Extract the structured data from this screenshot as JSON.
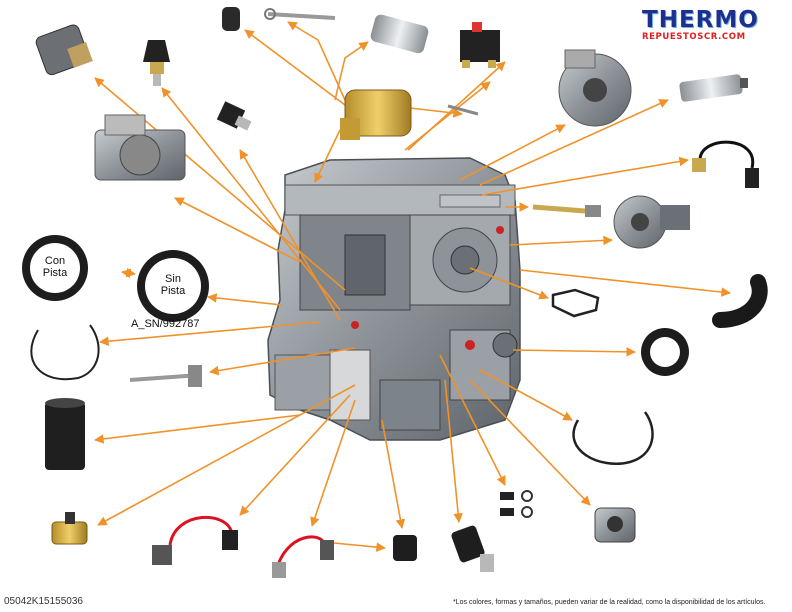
{
  "brand": {
    "name": "THERMO",
    "subtitle": "REPUESTOSCR.COM",
    "primary_color": "#1e2f8f",
    "accent_color": "#e01e1e"
  },
  "labels": {
    "con_pista": "Con Pista",
    "sin_pista": "Sin Pista",
    "part_code": "A_SN/992787"
  },
  "footer": {
    "image_code": "05042K15155036",
    "disclaimer": "*Los colores, formas y tamaños, pueden variar de la realidad, como la disponibilidad de los artículos."
  },
  "colors": {
    "arrow": "#f0922a",
    "engine_body": "#9aa0a6",
    "engine_dark": "#5b6168"
  },
  "parts": [
    {
      "icon": "starter-solenoid-icon"
    },
    {
      "icon": "oil-pressure-switch-icon"
    },
    {
      "icon": "rubber-cap-icon"
    },
    {
      "icon": "terminal-link-icon"
    },
    {
      "icon": "pin-cylinder-icon"
    },
    {
      "icon": "relay-switch-icon"
    },
    {
      "icon": "alternator-icon"
    },
    {
      "icon": "temperature-sensor-icon"
    },
    {
      "icon": "starter-motor-icon"
    },
    {
      "icon": "pressure-sender-icon"
    },
    {
      "icon": "stop-solenoid-icon"
    },
    {
      "icon": "wire-harness-sensor-icon"
    },
    {
      "icon": "glow-plug-icon"
    },
    {
      "icon": "water-pump-icon"
    },
    {
      "icon": "radiator-hose-icon"
    },
    {
      "icon": "seal-ring-con-pista-icon"
    },
    {
      "icon": "seal-ring-sin-pista-icon"
    },
    {
      "icon": "gasket-icon"
    },
    {
      "icon": "circlip-icon"
    },
    {
      "icon": "valve-icon"
    },
    {
      "icon": "oil-seal-icon"
    },
    {
      "icon": "oil-filter-icon"
    },
    {
      "icon": "snap-ring-icon"
    },
    {
      "icon": "drain-valve-icon"
    },
    {
      "icon": "fuel-cut-solenoid-icon"
    },
    {
      "icon": "water-temp-switch-icon"
    },
    {
      "icon": "rubber-sleeve-icon"
    },
    {
      "icon": "fuel-pump-icon"
    },
    {
      "icon": "injector-parts-icon"
    },
    {
      "icon": "bushing-icon"
    }
  ]
}
